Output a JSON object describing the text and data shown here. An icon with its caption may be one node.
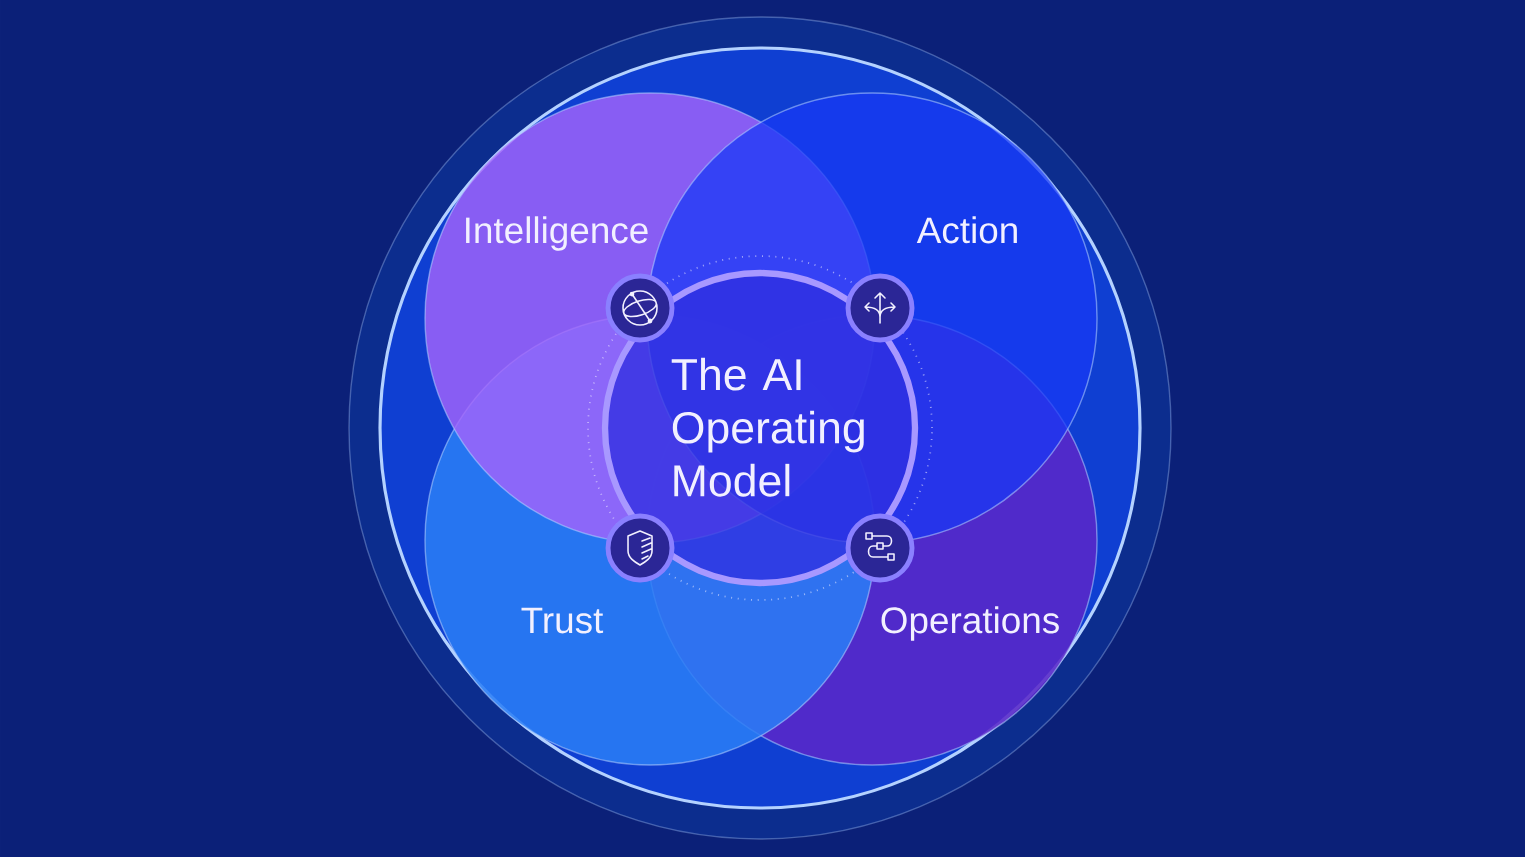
{
  "diagram": {
    "nodes": [
      {
        "text": [
          "Intelligence"
        ]
      },
      {
        "text": [
          "Action"
        ]
      },
      {
        "text": [
          "Trust"
        ]
      },
      {
        "text": [
          "Operations"
        ]
      },
      {
        "text": [
          "The AI Operating Model"
        ]
      }
    ]
  }
}
